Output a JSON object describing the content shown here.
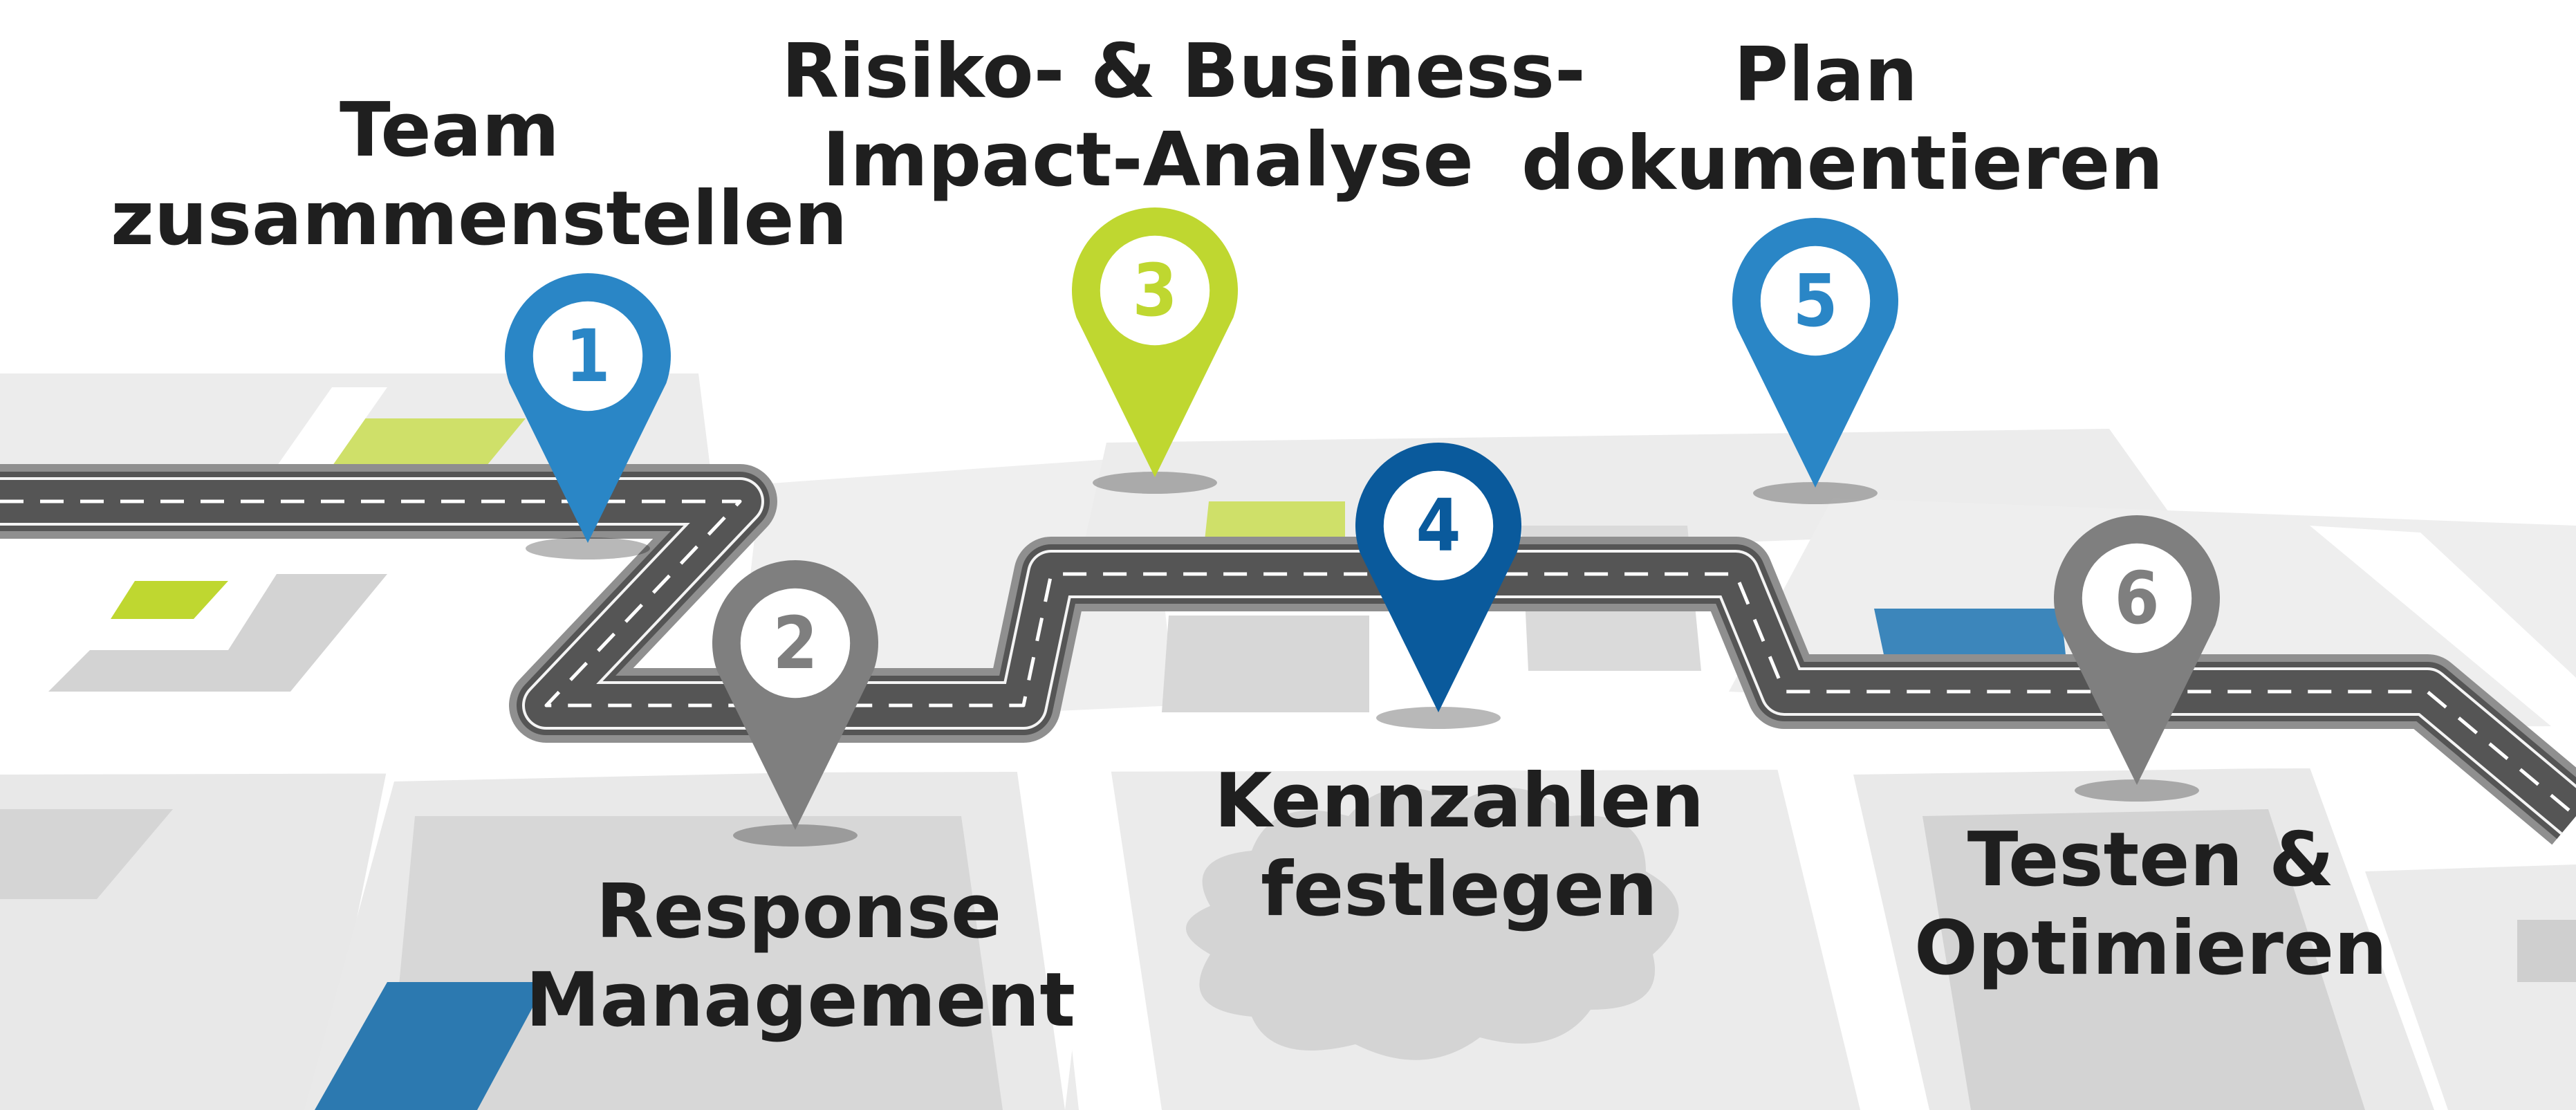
{
  "colors": {
    "blue": "#2a86c6",
    "dark_blue": "#0a5a9c",
    "lime": "#bfd730",
    "gray": "#7f7f7f",
    "road": "#555555",
    "block_light": "#e6e6e6",
    "block_mid": "#d4d4d4",
    "street": "#ffffff",
    "text": "#1f1f1f"
  },
  "steps": [
    {
      "number": "1",
      "color": "blue",
      "label_lines": [
        "Team",
        "zusammenstellen"
      ]
    },
    {
      "number": "2",
      "color": "gray",
      "label_lines": [
        "Response",
        "Management"
      ]
    },
    {
      "number": "3",
      "color": "lime",
      "label_lines": [
        "Risiko- & Business-",
        "Impact-Analyse"
      ]
    },
    {
      "number": "4",
      "color": "dark_blue",
      "label_lines": [
        "Kennzahlen",
        "festlegen"
      ]
    },
    {
      "number": "5",
      "color": "blue",
      "label_lines": [
        "Plan",
        "dokumentieren"
      ]
    },
    {
      "number": "6",
      "color": "gray",
      "label_lines": [
        "Testen &",
        "Optimieren"
      ]
    }
  ]
}
